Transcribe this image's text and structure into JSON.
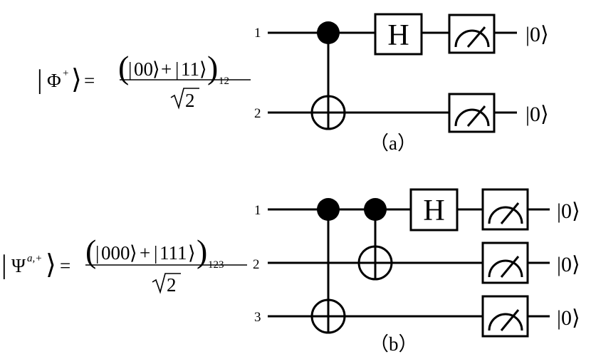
{
  "panel_a": {
    "caption": "（a）",
    "state": {
      "symbol": "Φ",
      "superscript": "+",
      "equals": "=",
      "numerator": {
        "ket1": "00",
        "plus": "+",
        "ket2": "11",
        "subscript": "12"
      },
      "denominator_radicand": "2"
    },
    "qubits": [
      "1",
      "2"
    ],
    "gate_label": "H",
    "outputs": [
      "|0⟩",
      "|0⟩"
    ]
  },
  "panel_b": {
    "caption": "（b）",
    "state": {
      "symbol": "Ψ",
      "superscript": "a,+",
      "equals": "=",
      "numerator": {
        "ket1": "000",
        "plus": "+",
        "ket2": "111",
        "subscript": "123"
      },
      "denominator_radicand": "2"
    },
    "qubits": [
      "1",
      "2",
      "3"
    ],
    "gate_label": "H",
    "outputs": [
      "|0⟩",
      "|0⟩",
      "|0⟩"
    ]
  }
}
